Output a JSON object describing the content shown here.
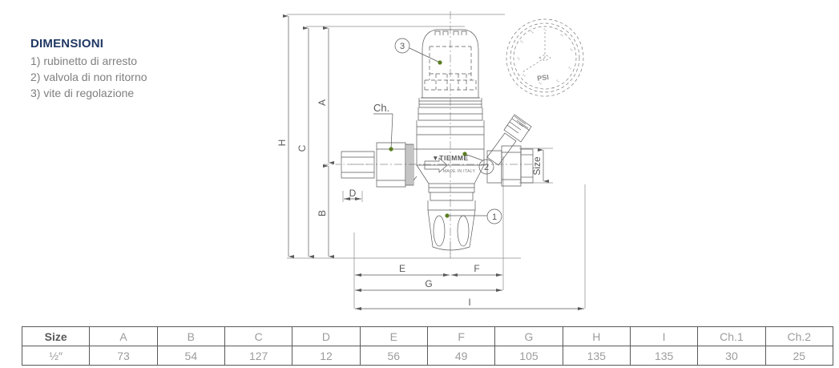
{
  "legend": {
    "title": "DIMENSIONI",
    "items": [
      "1) rubinetto di arresto",
      "2) valvola di non ritorno",
      "3) vite di regolazione"
    ]
  },
  "drawing": {
    "brand_logo": "TIEMME",
    "made_in": "MADE IN ITALY",
    "gauge_label": "PSI",
    "wrench_label": "Ch.",
    "size_label": "Size",
    "callouts": [
      "3",
      "2",
      "1"
    ],
    "dimension_labels": {
      "H": "H",
      "C": "C",
      "A": "A",
      "B": "B",
      "D": "D",
      "E": "E",
      "F": "F",
      "G": "G",
      "I": "I"
    },
    "colors": {
      "line": "#595959",
      "callout_dot": "#5a7d1f",
      "thin": "#8c8c8c"
    }
  },
  "table": {
    "headers": [
      "Size",
      "A",
      "B",
      "C",
      "D",
      "E",
      "F",
      "G",
      "H",
      "I",
      "Ch.1",
      "Ch.2"
    ],
    "rows": [
      [
        "½″",
        "73",
        "54",
        "127",
        "12",
        "56",
        "49",
        "105",
        "135",
        "135",
        "30",
        "25"
      ]
    ]
  }
}
